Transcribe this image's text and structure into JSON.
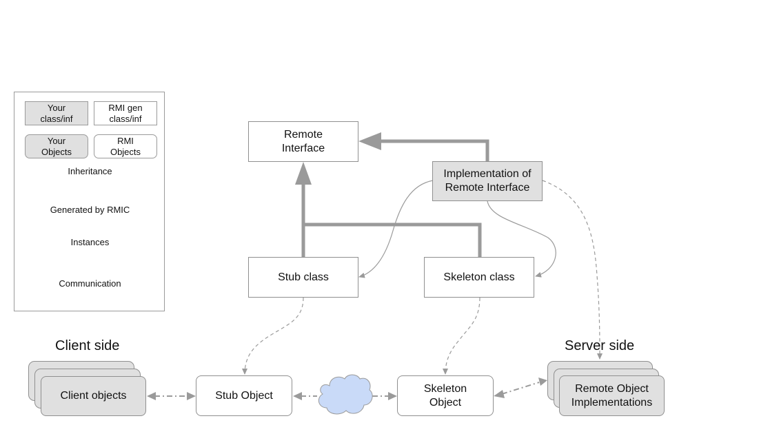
{
  "legend": {
    "your_class": "Your\nclass/inf",
    "rmi_class": "RMI gen\nclass/inf",
    "your_objects": "Your\nObjects",
    "rmi_objects": "RMI\nObjects",
    "inheritance": "Inheritance",
    "generated": "Generated by RMIC",
    "instances": "Instances",
    "communication": "Communication"
  },
  "nodes": {
    "remote_interface": "Remote\nInterface",
    "implementation": "Implementation of\nRemote Interface",
    "stub_class": "Stub class",
    "skeleton_class": "Skeleton class",
    "client_objects": "Client objects",
    "stub_object": "Stub Object",
    "skeleton_object": "Skeleton\nObject",
    "remote_impls": "Remote Object\nImplementations"
  },
  "sides": {
    "client": "Client side",
    "server": "Server side"
  },
  "colors": {
    "grey_fill": "#e0e0e0",
    "line": "#9a9a9a",
    "cloud": "#c9daf8"
  },
  "icons": {
    "network": "cloud-icon"
  }
}
